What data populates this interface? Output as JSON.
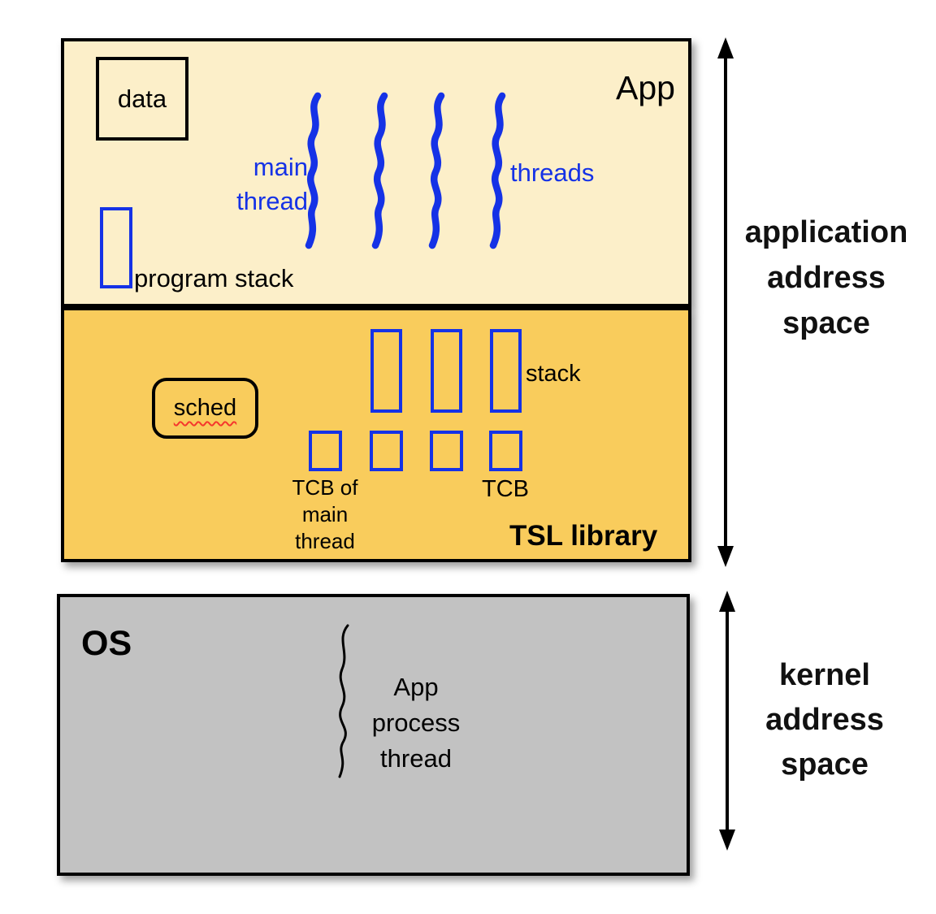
{
  "app_region": {
    "title": "App",
    "data_box_label": "data",
    "main_thread_label_line1": "main",
    "main_thread_label_line2": "thread",
    "threads_label": "threads",
    "program_stack_label": "program stack",
    "thread_count": 4
  },
  "tsl_region": {
    "title": "TSL library",
    "sched_label": "sched",
    "stack_label": "stack",
    "tcb_label": "TCB",
    "tcb_main_label_line1": "TCB of",
    "tcb_main_label_line2": "main",
    "tcb_main_label_line3": "thread",
    "stack_count": 3,
    "tcb_count": 4
  },
  "os_region": {
    "title": "OS",
    "process_thread_label_line1": "App",
    "process_thread_label_line2": "process",
    "process_thread_label_line3": "thread"
  },
  "address_labels": {
    "application": {
      "line1": "application",
      "line2": "address",
      "line3": "space"
    },
    "kernel": {
      "line1": "kernel",
      "line2": "address",
      "line3": "space"
    }
  },
  "colors": {
    "app_fill": "#FCEFC9",
    "tsl_fill": "#F9CC5C",
    "os_fill": "#C2C2C2",
    "thread_blue": "#1532E6",
    "outline_black": "#000000",
    "underline_red": "#F5372D"
  }
}
